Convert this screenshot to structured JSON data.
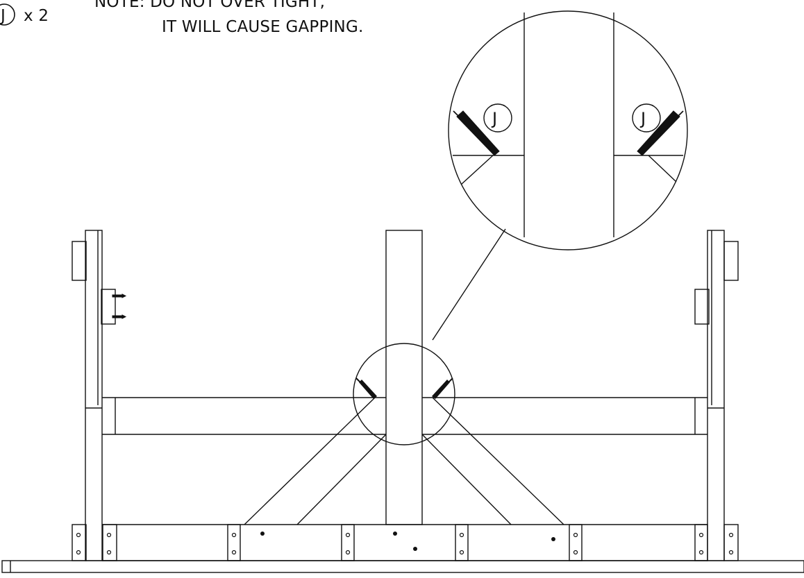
{
  "callout": {
    "part_label": "J",
    "quantity": "x 2"
  },
  "note": {
    "line1": "NOTE: DO NOT OVER TIGHT,",
    "line2": "IT WILL CAUSE GAPPING."
  },
  "detail": {
    "label_left": "J",
    "label_right": "J"
  },
  "colors": {
    "line": "#111111",
    "screw_fill": "#111111",
    "background": "#ffffff"
  }
}
